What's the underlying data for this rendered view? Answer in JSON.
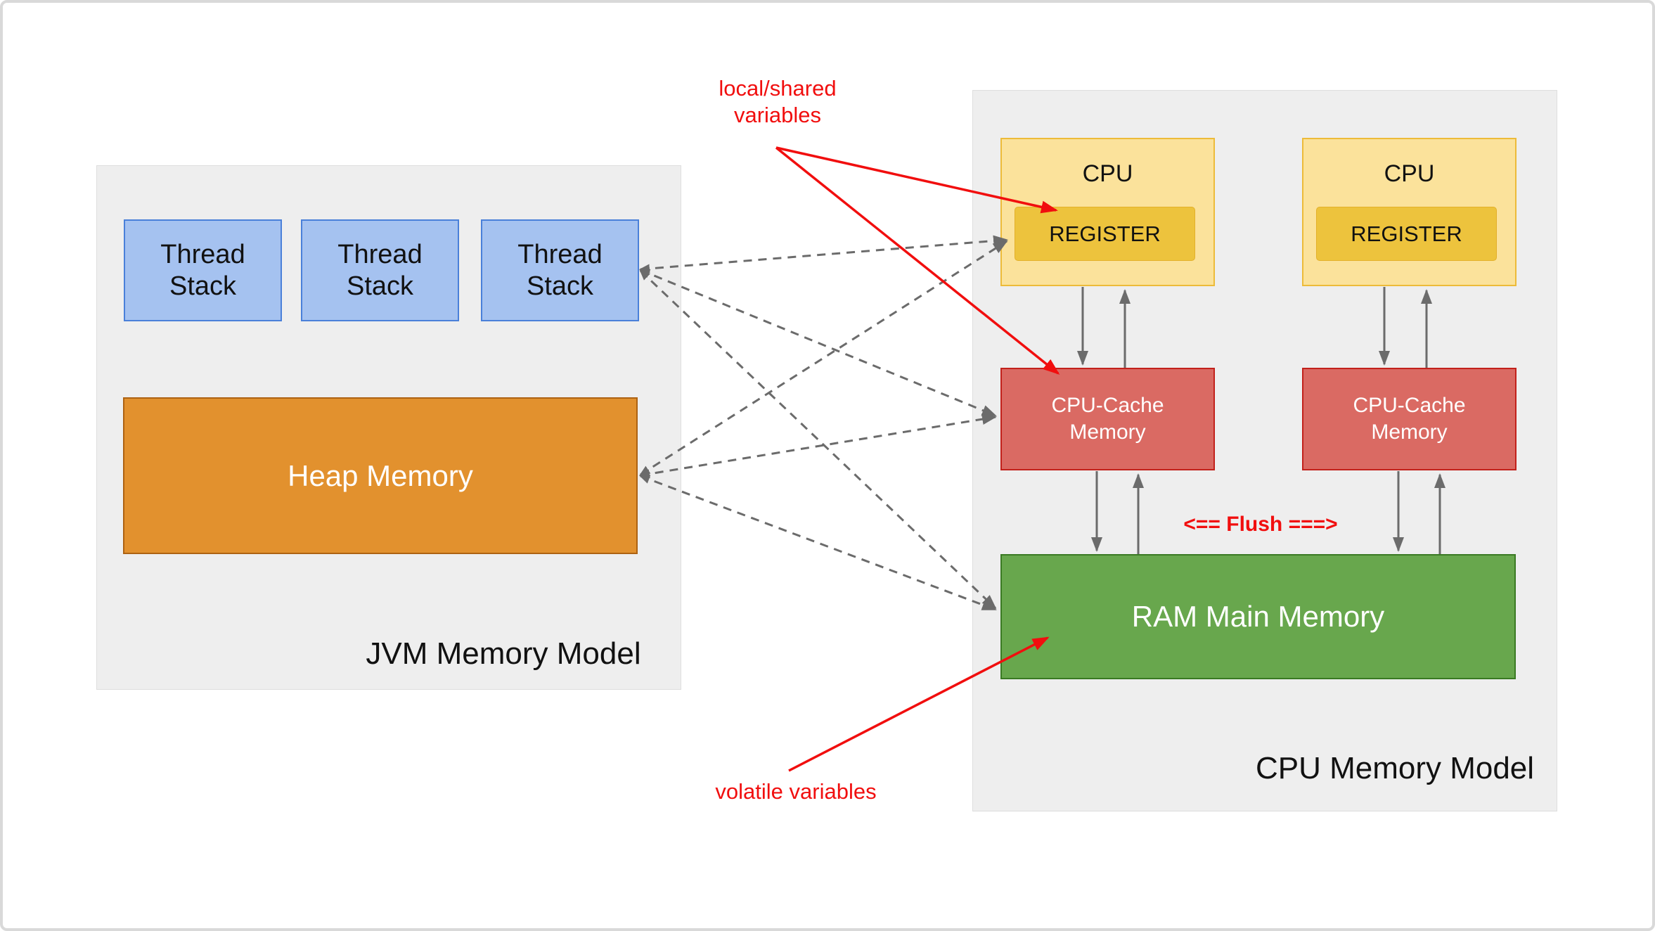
{
  "jvm": {
    "title": "JVM Memory Model",
    "thread_stacks": [
      "Thread Stack",
      "Thread Stack",
      "Thread Stack"
    ],
    "heap_label": "Heap Memory"
  },
  "cpu": {
    "title": "CPU Memory Model",
    "units": [
      {
        "label": "CPU",
        "register_label": "REGISTER"
      },
      {
        "label": "CPU",
        "register_label": "REGISTER"
      }
    ],
    "caches": [
      "CPU-Cache Memory",
      "CPU-Cache Memory"
    ],
    "ram_label": "RAM Main Memory"
  },
  "annotations": {
    "local_shared": "local/shared variables",
    "volatile_vars": "volatile variables",
    "flush": "<== Flush ===>"
  },
  "colors": {
    "panel-bg": "#eeeeee",
    "panel-border": "#dedede",
    "blue-fill": "#a5c2f0",
    "blue-border": "#4a80d9",
    "orange-fill": "#e2912e",
    "orange-border": "#ad6212",
    "yellow-fill": "#fbe29b",
    "yellow-border": "#edbb39",
    "register-fill": "#edc33d",
    "register-border": "#e3b02a",
    "red-fill": "#da6a63",
    "red-border": "#c2211b",
    "green-fill": "#68a74d",
    "green-border": "#3a7a23",
    "connector-gray": "#6b6b6b",
    "annotation-red": "#f10e0e",
    "text-dark": "#111111",
    "text-light": "#ffffff"
  }
}
